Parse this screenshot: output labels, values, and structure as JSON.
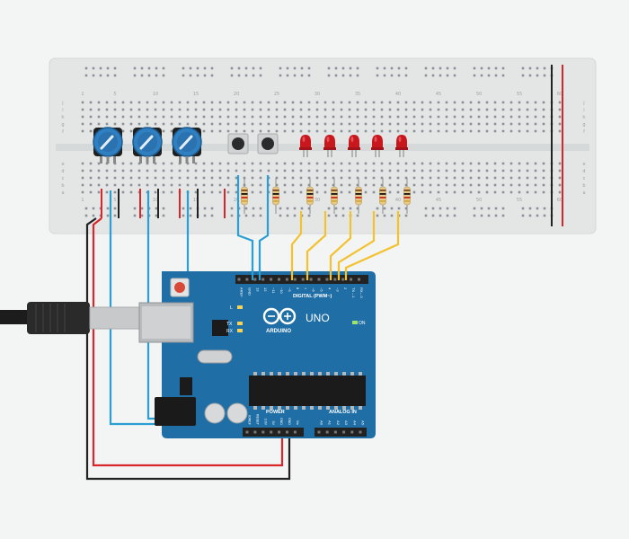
{
  "breadboard": {
    "column_numbers": [
      "1",
      "5",
      "10",
      "15",
      "20",
      "25",
      "30",
      "35",
      "40",
      "45",
      "50",
      "55",
      "60"
    ],
    "row_letters_top": [
      "j",
      "i",
      "h",
      "g",
      "f"
    ],
    "row_letters_bottom": [
      "e",
      "d",
      "c",
      "b",
      "a"
    ]
  },
  "components": {
    "potentiometers": 3,
    "pushbuttons": 2,
    "leds": 5,
    "resistors": 7
  },
  "arduino": {
    "model": "UNO",
    "brand": "ARDUINO",
    "digital_header_label": "DIGITAL (PWM~)",
    "analog_header_label": "ANALOG IN",
    "power_header_label": "POWER",
    "on_label": "ON",
    "l_label": "L",
    "tx_label": "TX",
    "rx_label": "RX",
    "digital_pins": [
      "AREF",
      "GND",
      "13",
      "12",
      "~11",
      "~10",
      "~9",
      "8",
      "7",
      "~6",
      "~5",
      "4",
      "~3",
      "2",
      "TX→1",
      "RX←0"
    ],
    "power_pins": [
      "IOREF",
      "RESET",
      "3.3V",
      "5V",
      "GND",
      "GND",
      "Vin"
    ],
    "analog_pins": [
      "A0",
      "A1",
      "A2",
      "A3",
      "A4",
      "A5"
    ]
  },
  "colors": {
    "background": "#f3f4f4",
    "breadboard": "#e4e6e6",
    "arduino_board": "#1f6fa6",
    "wire_blue": "#2b9fd1",
    "wire_yellow": "#f2c230",
    "wire_red": "#d7262c",
    "wire_black": "#222222",
    "led_red": "#c8181e",
    "pot_blue": "#2f7fc1"
  }
}
